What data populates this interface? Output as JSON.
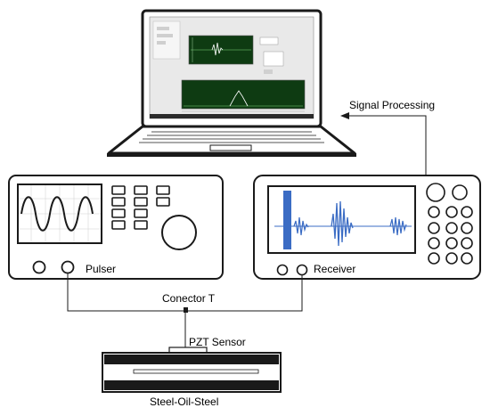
{
  "labels": {
    "signal_processing": "Signal Processing",
    "pulser": "Pulser",
    "receiver": "Receiver",
    "connector": "Conector T",
    "sensor": "PZT Sensor",
    "sample": "Steel-Oil-Steel"
  },
  "icons": {
    "laptop": "laptop-icon",
    "pulser": "pulser-device-icon",
    "receiver": "receiver-device-icon",
    "sensor": "pzt-sensor-icon",
    "sample": "steel-oil-steel-sample-icon"
  },
  "colors": {
    "waveform": "#3b6cc4",
    "outline": "#1a1a1a",
    "screen_green": "#0e3b12",
    "trace_green": "#7dd67d"
  }
}
